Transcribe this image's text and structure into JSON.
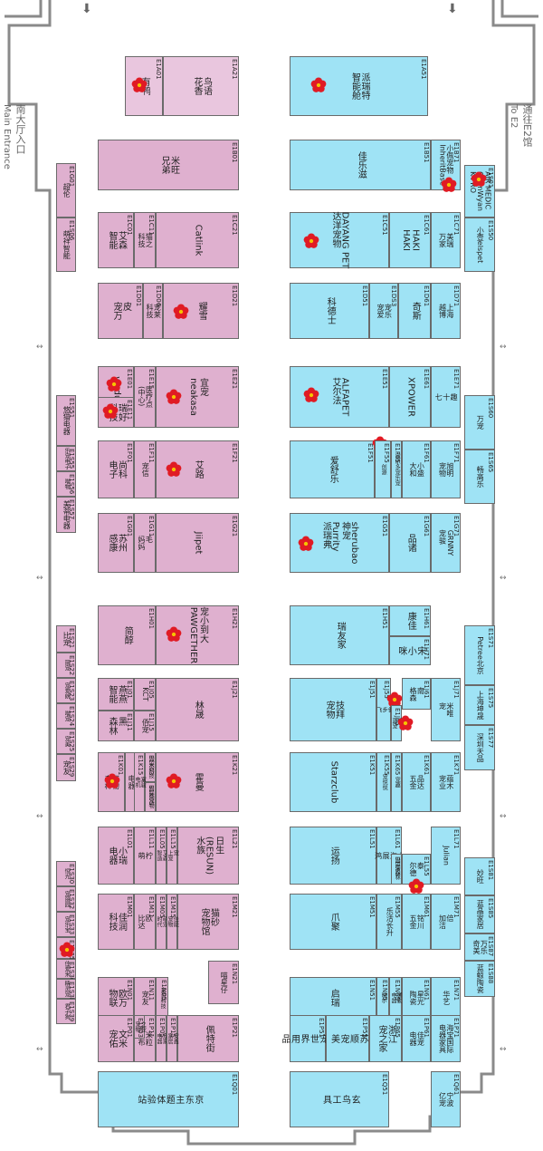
{
  "colors": {
    "pink": "#dfb0cf",
    "light_pink": "#e9c6de",
    "blue": "#9fe3f5",
    "light_blue": "#bfe9f7",
    "wall": "#8a8a8a",
    "marker": "#e01b24"
  },
  "entrances": {
    "south_hall_cn": "南大厅入口",
    "south_hall_en": "Main Entrance",
    "to_e2_cn": "通往E2馆",
    "to_e2_en": "To E2"
  },
  "booths": [
    {
      "code": "E1A21",
      "name": "鸟语\n花香"
    },
    {
      "code": "E1A01",
      "name": "有鸭"
    },
    {
      "code": "E1A51",
      "name": "派瑞特\n智能舱"
    },
    {
      "code": "E1B01",
      "name": "米旺\n兄弟"
    },
    {
      "code": "E1B51",
      "name": "佳乐滋"
    },
    {
      "code": "E1B71",
      "name": "小佩宠物\nInheritBase"
    },
    {
      "code": "E1S01",
      "name": "AIR MEDIC\nOpenWyan\nK-PRO"
    },
    {
      "code": "E1G01",
      "name": "超伦"
    },
    {
      "code": "E1S06",
      "name": "萌祥智能"
    },
    {
      "code": "E1C21",
      "name": "Catlink"
    },
    {
      "code": "E1C01",
      "name": "艾森\n智能"
    },
    {
      "code": "E1C11",
      "name": "猫之\n科技"
    },
    {
      "code": "E1C51",
      "name": "DAYANG PET\n达洋宠物"
    },
    {
      "code": "E1C61",
      "name": "HAKI\nHAKI"
    },
    {
      "code": "E1C71",
      "name": "美瑞\n万家"
    },
    {
      "code": "E1S50",
      "name": "小壹elspet"
    },
    {
      "code": "E1D01",
      "name": "皮\n宠万"
    },
    {
      "code": "E1D21",
      "name": "耀雪"
    },
    {
      "code": "E1D06",
      "name": "宠莱\n科技"
    },
    {
      "code": "E1D51",
      "name": "科德士"
    },
    {
      "code": "E1DS3",
      "name": "宠乐\n宠爱"
    },
    {
      "code": "E1D61",
      "name": "奇斯"
    },
    {
      "code": "E1D71",
      "name": "上海\n越博"
    },
    {
      "code": "E1E21",
      "name": "宜宠\nneakasa"
    },
    {
      "code": "E1E01",
      "name": "wodudoo"
    },
    {
      "code": "E1E15",
      "name": "医疗点\n(中心)"
    },
    {
      "code": "E1E11",
      "name": "瑞好\n科技"
    },
    {
      "code": "E1E51",
      "name": "ALFAPET\n艾尔法"
    },
    {
      "code": "E1E61",
      "name": "XPOWER"
    },
    {
      "code": "E1E71",
      "name": "趣\n十\n七"
    },
    {
      "code": "E1S60",
      "name": "万宠"
    },
    {
      "code": "E1S65",
      "name": "畅高乐"
    },
    {
      "code": "E1S51",
      "name": "悠猫电器"
    },
    {
      "code": "E1F21",
      "name": "艾路"
    },
    {
      "code": "E1F01",
      "name": "尚科\n电子"
    },
    {
      "code": "E1F11",
      "name": "宠信"
    },
    {
      "code": "E1S55",
      "name": "乐宠电子"
    },
    {
      "code": "E1S56",
      "name": "喵物"
    },
    {
      "code": "E1F51",
      "name": "爱舒乐"
    },
    {
      "code": "E1F55",
      "name": "创源"
    },
    {
      "code": "E1F65",
      "name": "宠乐多宠乐宠"
    },
    {
      "code": "E1F61",
      "name": "小盛\n大和"
    },
    {
      "code": "E1F71",
      "name": "旭明\n宠物"
    },
    {
      "code": "E1G21",
      "name": "Jiipet"
    },
    {
      "code": "E1G01",
      "name": "苏州\n感康"
    },
    {
      "code": "E1G11",
      "name": "毛\n妈妈"
    },
    {
      "code": "E1S57",
      "name": "美蒂电器"
    },
    {
      "code": "E1G51",
      "name": "sherubao\n神宠\nPurrity\n派瑞弗"
    },
    {
      "code": "E1G61",
      "name": "品诸"
    },
    {
      "code": "E1G71",
      "name": "GRNNY\n宠骏"
    },
    {
      "code": "E1H21",
      "name": "宠小到大\nPAWGETHER"
    },
    {
      "code": "E1H01",
      "name": "简醇"
    },
    {
      "code": "E1S21",
      "name": "比宠"
    },
    {
      "code": "E1S22",
      "name": "丽宠"
    },
    {
      "code": "E1S23",
      "name": "宠爱朗"
    },
    {
      "code": "E1S24",
      "name": "喵宠"
    },
    {
      "code": "E1H51",
      "name": "瑞友家"
    },
    {
      "code": "E1H61",
      "name": "康佳"
    },
    {
      "code": "E1H71",
      "name": "宋\n小\n咪"
    },
    {
      "code": "E1S71",
      "name": "Petree北京"
    },
    {
      "code": "E1S75",
      "name": "上海坤晟"
    },
    {
      "code": "E1S77",
      "name": "深圳天品"
    },
    {
      "code": "E1J21",
      "name": "林晟"
    },
    {
      "code": "E1J01",
      "name": "燕燕\n智能"
    },
    {
      "code": "E1J11",
      "name": "黑\n森林"
    },
    {
      "code": "E1J05",
      "name": "KCT"
    },
    {
      "code": "E1J15",
      "name": "佰宠"
    },
    {
      "code": "E1S25",
      "name": "宠美"
    },
    {
      "code": "E1S29",
      "name": "宠友"
    },
    {
      "code": "E1J51",
      "name": "技拜\n宠物"
    },
    {
      "code": "E1J55",
      "name": "健\n步\n飞"
    },
    {
      "code": "E1J65",
      "name": "禹\n蓝宠"
    },
    {
      "code": "E1J61",
      "name": "南\n格森"
    },
    {
      "code": "E1J71",
      "name": "米唯\n宠"
    },
    {
      "code": "E1K21",
      "name": "霍曼"
    },
    {
      "code": "E1K01",
      "name": "喵物\n森林"
    },
    {
      "code": "E1K11",
      "name": "格杰\n电器"
    },
    {
      "code": "E1K03",
      "name": "宠米科技"
    },
    {
      "code": "E1K05",
      "name": "智能宠物"
    },
    {
      "code": "E1K15",
      "name": "富骏\n电机"
    },
    {
      "code": "E1K51",
      "name": "Starzclub"
    },
    {
      "code": "E1K55",
      "name": "宠悦悦"
    },
    {
      "code": "E1K65",
      "name": "宠趣"
    },
    {
      "code": "E1K61",
      "name": "品达\n五金"
    },
    {
      "code": "E1K71",
      "name": "蕴木\n宠业"
    },
    {
      "code": "E1L21",
      "name": "日生\n(RESUN)\n水族"
    },
    {
      "code": "E1L01",
      "name": "小瑞\n电器"
    },
    {
      "code": "E1L11",
      "name": "柠\n萌"
    },
    {
      "code": "E1L05",
      "name": "艾森\n智造"
    },
    {
      "code": "E1L15",
      "name": "宠\n上宠"
    },
    {
      "code": "E1L51",
      "name": "运扬"
    },
    {
      "code": "E1L61",
      "name": "上\n海\n展\n鸿"
    },
    {
      "code": "E1L71",
      "name": "Julian"
    },
    {
      "code": "E1L65",
      "name": "喵喵森林"
    },
    {
      "code": "E1L55",
      "name": "泰\n尔德"
    },
    {
      "code": "E1S81",
      "name": "妙旺"
    },
    {
      "code": "E1S85",
      "name": "蓝晶家居"
    },
    {
      "code": "E1S87",
      "name": "万乐\n奇美"
    },
    {
      "code": "E1S88",
      "name": "蓝鲸陶瓷"
    },
    {
      "code": "E1S30",
      "name": "恒光"
    },
    {
      "code": "E1S32",
      "name": "宠丽园"
    },
    {
      "code": "E1S33",
      "name": "宠乐宝"
    },
    {
      "code": "E1S35",
      "name": "妙宠"
    },
    {
      "code": "E1S36",
      "name": "佳爱米"
    },
    {
      "code": "E1S38",
      "name": "精灵宠"
    },
    {
      "code": "E1S39",
      "name": "君子狗"
    },
    {
      "code": "E1M21",
      "name": "猫砂\n宠物馆"
    },
    {
      "code": "E1M01",
      "name": "佳润\n科技"
    },
    {
      "code": "E1M11",
      "name": "欧\n比达"
    },
    {
      "code": "E1M05",
      "name": "萌宠\n时代"
    },
    {
      "code": "E1M15",
      "name": "佳能\n宠物"
    },
    {
      "code": "E1M51",
      "name": "爪聚"
    },
    {
      "code": "E1M55",
      "name": "乐活长升"
    },
    {
      "code": "E1M61",
      "name": "铭川\n五金"
    },
    {
      "code": "E1M71",
      "name": "倍\n加洁"
    },
    {
      "code": "E1N21",
      "name": "喵星仔"
    },
    {
      "code": "E1N01",
      "name": "欧万\n物联"
    },
    {
      "code": "E1N11",
      "name": "宠友"
    },
    {
      "code": "E1N05",
      "name": "东哲科技"
    },
    {
      "code": "E1N51",
      "name": "启瑞"
    },
    {
      "code": "E1N55",
      "name": "瑞尔"
    },
    {
      "code": "E1N65",
      "name": "通勤\n电器"
    },
    {
      "code": "E1N61",
      "name": "星光\n陶瓷"
    },
    {
      "code": "E1N71",
      "name": "华艺"
    },
    {
      "code": "E1P21",
      "name": "佩特街"
    },
    {
      "code": "E1P01",
      "name": "文米\n宠佑"
    },
    {
      "code": "E1P11",
      "name": "米粒\n宠布"
    },
    {
      "code": "E1P05",
      "name": "宠家\n电器"
    },
    {
      "code": "E1P15",
      "name": "安鑫\n家居"
    },
    {
      "code": "E1P03",
      "name": "之宠\n宠物"
    },
    {
      "code": "E1P51",
      "name": "乐\n宠\n世\n界\n用\n品"
    },
    {
      "code": "E1P55",
      "name": "苏\n顺\n宠\n美"
    },
    {
      "code": "E1P65",
      "name": "浙江\n宠之家"
    },
    {
      "code": "E1P61",
      "name": "佳宠\n电器"
    },
    {
      "code": "E1P71",
      "name": "海宝国际\n电器家具"
    },
    {
      "code": "E1Q01",
      "name": "京\n东\n主\n题\n体\n验\n站"
    },
    {
      "code": "E1Q51",
      "name": "玄\n鸟\n工\n具"
    },
    {
      "code": "E1Q61",
      "name": "宁波\n亿宠"
    }
  ]
}
